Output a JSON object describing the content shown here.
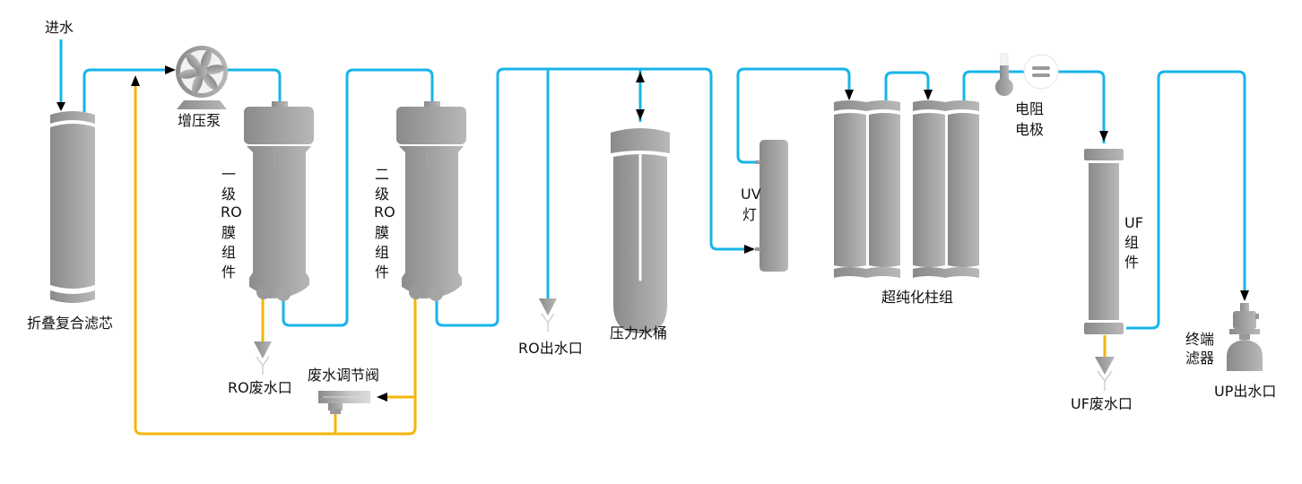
{
  "title": "超纯水系统工艺流程",
  "colors": {
    "water_pipe": "#17b4ea",
    "waste_pipe": "#f5b50a",
    "component_dark": "#8a8a8a",
    "component_light": "#b8b8b8",
    "arrow": "#000000"
  },
  "labels": {
    "inlet": "进水",
    "prefilter": "折叠复合滤芯",
    "pump": "增压泵",
    "ro1": [
      "一",
      "级",
      "RO",
      "膜",
      "组",
      "件"
    ],
    "ro2": [
      "二",
      "级",
      "RO",
      "膜",
      "组",
      "件"
    ],
    "ro_waste_outlet": "RO废水口",
    "waste_valve": "废水调节阀",
    "ro_outlet": "RO出水口",
    "pressure_tank": "压力水桶",
    "uv_lamp": [
      "UV",
      "灯"
    ],
    "polish_columns": "超纯化柱组",
    "resistivity_electrode": [
      "电阻",
      "电极"
    ],
    "uf_module": [
      "UF",
      "组",
      "件"
    ],
    "uf_waste_outlet": "UF废水口",
    "terminal_filter": [
      "终端",
      "滤器"
    ],
    "up_outlet": "UP出水口"
  },
  "icons": {
    "pump": "fan-pump-icon",
    "thermometer": "thermometer-icon",
    "conductivity": "conductivity-sensor-icon",
    "outlet": "funnel-outlet-icon"
  }
}
